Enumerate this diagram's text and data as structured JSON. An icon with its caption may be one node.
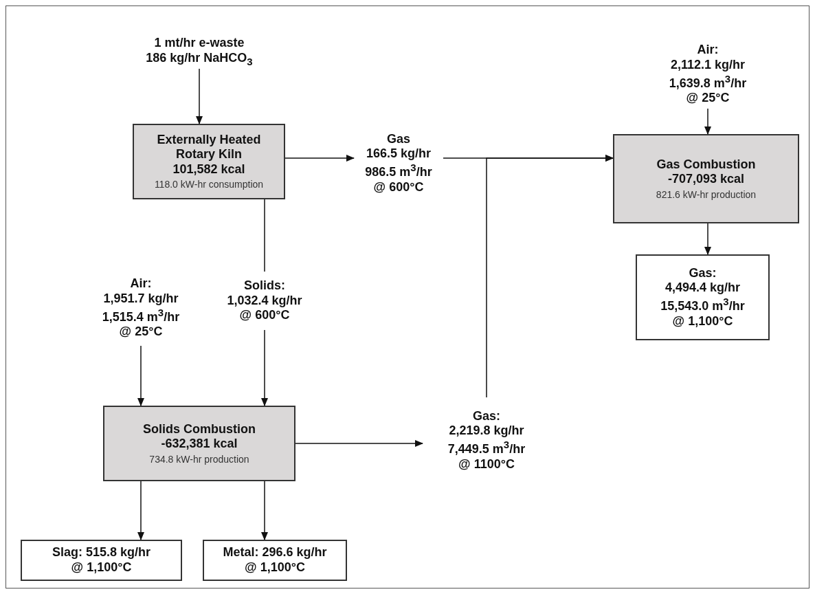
{
  "diagram": {
    "nodes": [
      {
        "text": [
          "1 mt/hr e-waste",
          "186 kg/hr NaHCO$_{3}$"
        ]
      },
      {
        "text": [
          "Externally Heated Rotary Kiln",
          "101,582 kcal",
          "118.0 kW-hr consumption"
        ]
      },
      {
        "text": [
          "Gas",
          "166.5 kg/hr",
          "986.5 m$^{3}$/hr",
          "@ 600°C"
        ]
      },
      {
        "text": [
          "Air:",
          "2,112.1 kg/hr",
          "1,639.8 m$^{3}$/hr",
          "@ 25°C"
        ]
      },
      {
        "text": [
          "Gas Combustion",
          "-707,093 kcal",
          "821.6 kW-hr production"
        ]
      },
      {
        "text": [
          "Gas:",
          "4,494.4 kg/hr",
          "15,543.0 m$^{3}$/hr",
          "@ 1,100°C"
        ]
      },
      {
        "text": [
          "Air:",
          "1,951.7 kg/hr",
          "1,515.4 m$^{3}$/hr",
          "@ 25°C"
        ]
      },
      {
        "text": [
          "Solids:",
          "1,032.4 kg/hr",
          "@ 600°C"
        ]
      },
      {
        "text": [
          "Solids Combustion",
          "-632,381 kcal",
          "734.8 kW-hr production"
        ]
      },
      {
        "text": [
          "Gas:",
          "2,219.8 kg/hr",
          "7,449.5 m$^{3}$/hr",
          "@ 1100°C"
        ]
      },
      {
        "text": [
          "Slag: 515.8 kg/hr",
          "@ 1,100°C"
        ]
      },
      {
        "text": [
          "Metal: 296.6 kg/hr",
          "@ 1,100°C"
        ]
      }
    ],
    "edges": [
      {
        "from": 0,
        "to": 1,
        "arrow": "to"
      },
      {
        "from": 1,
        "to": 2,
        "arrow": "to"
      },
      {
        "from": 2,
        "to": 4,
        "arrow": "to"
      },
      {
        "from": 9,
        "to": 4,
        "arrow": "to"
      },
      {
        "from": 3,
        "to": 4,
        "arrow": "to"
      },
      {
        "from": 4,
        "to": 5,
        "arrow": "to"
      },
      {
        "from": 1,
        "to": 7,
        "arrow": "none"
      },
      {
        "from": 7,
        "to": 8,
        "arrow": "to"
      },
      {
        "from": 6,
        "to": 8,
        "arrow": "to"
      },
      {
        "from": 8,
        "to": 9,
        "arrow": "to"
      },
      {
        "from": 8,
        "to": 10,
        "arrow": "to"
      },
      {
        "from": 8,
        "to": 11,
        "arrow": "to"
      }
    ]
  }
}
